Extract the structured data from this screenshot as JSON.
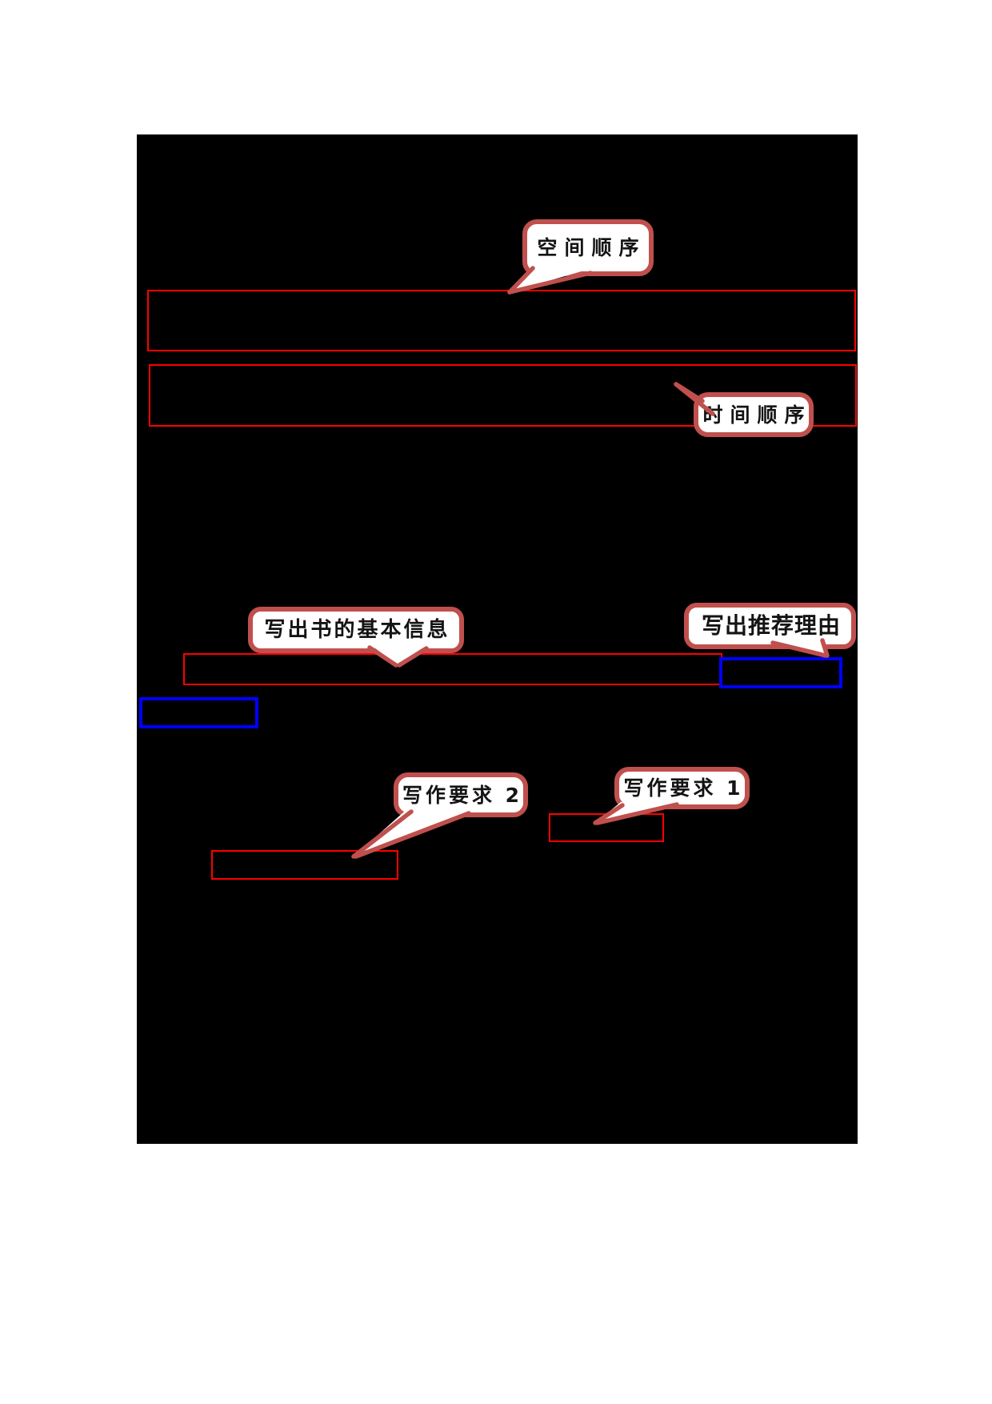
{
  "document": {
    "type": "worksheet-page-with-annotations",
    "canvas_background": "#ffffff",
    "page_background": "#000000"
  },
  "colors": {
    "callout_border": "#c0504d",
    "callout_fill": "#ffffff",
    "callout_text": "#141414",
    "red_annotation": "#ff0000",
    "blue_annotation": "#0000ff"
  },
  "callouts": [
    {
      "id": "spatial-order",
      "label": "空间顺序"
    },
    {
      "id": "time-order",
      "label": "时间顺序"
    },
    {
      "id": "book-basic-info",
      "label": "写出书的基本信息"
    },
    {
      "id": "recommendation-reason",
      "label": "写出推荐理由"
    },
    {
      "id": "writing-requirement-2",
      "label": "写作要求 2"
    },
    {
      "id": "writing-requirement-1",
      "label": "写作要求 1"
    }
  ]
}
